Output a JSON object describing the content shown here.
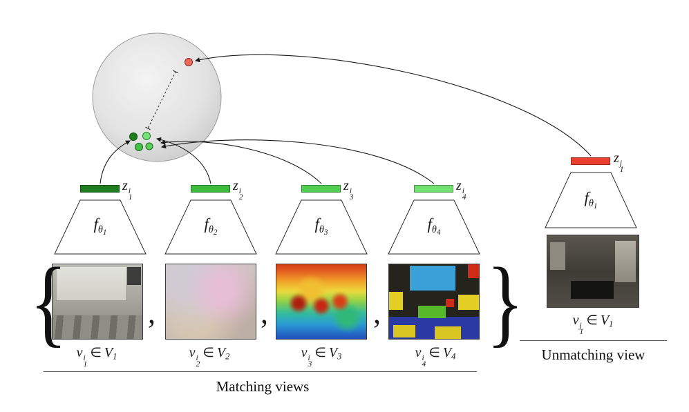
{
  "diagram": {
    "sphere": {
      "center_fill": "#f3f3f3",
      "edge_fill": "#c3c3c3",
      "stroke": "#9a9a9a"
    },
    "dots": {
      "anchor_colors": [
        "#1f7d1f",
        "#7ae07a",
        "#46c046",
        "#5bd05b"
      ],
      "negative_color": "#f0685c"
    }
  },
  "matching": {
    "caption": "Matching views",
    "separator": ",",
    "brace_left": "{",
    "brace_right": "}",
    "views": [
      {
        "z": {
          "base": "z",
          "sup": "i",
          "sub": "1"
        },
        "f": {
          "base": "f",
          "sub": "θ",
          "subsub": "1"
        },
        "v": {
          "base": "v",
          "sup": "i",
          "sub": "1",
          "in": "∈",
          "set": "V",
          "set_sub": "1"
        },
        "bar_color": "#1f7d1f"
      },
      {
        "z": {
          "base": "z",
          "sup": "i",
          "sub": "2"
        },
        "f": {
          "base": "f",
          "sub": "θ",
          "subsub": "2"
        },
        "v": {
          "base": "v",
          "sup": "i",
          "sub": "2",
          "in": "∈",
          "set": "V",
          "set_sub": "2"
        },
        "bar_color": "#3fbc3f"
      },
      {
        "z": {
          "base": "z",
          "sup": "i",
          "sub": "3"
        },
        "f": {
          "base": "f",
          "sub": "θ",
          "subsub": "3"
        },
        "v": {
          "base": "v",
          "sup": "i",
          "sub": "3",
          "in": "∈",
          "set": "V",
          "set_sub": "3"
        },
        "bar_color": "#53cd53"
      },
      {
        "z": {
          "base": "z",
          "sup": "i",
          "sub": "4"
        },
        "f": {
          "base": "f",
          "sub": "θ",
          "subsub": "4"
        },
        "v": {
          "base": "v",
          "sup": "i",
          "sub": "4",
          "in": "∈",
          "set": "V",
          "set_sub": "4"
        },
        "bar_color": "#72e172"
      }
    ]
  },
  "unmatching": {
    "caption": "Unmatching view",
    "z": {
      "base": "z",
      "sup": "j",
      "sub": "1"
    },
    "f": {
      "base": "f",
      "sub": "θ",
      "subsub": "1"
    },
    "v": {
      "base": "v",
      "sup": "j",
      "sub": "1",
      "in": "∈",
      "set": "V",
      "set_sub": "1"
    },
    "bar_color": "#e9402f"
  }
}
